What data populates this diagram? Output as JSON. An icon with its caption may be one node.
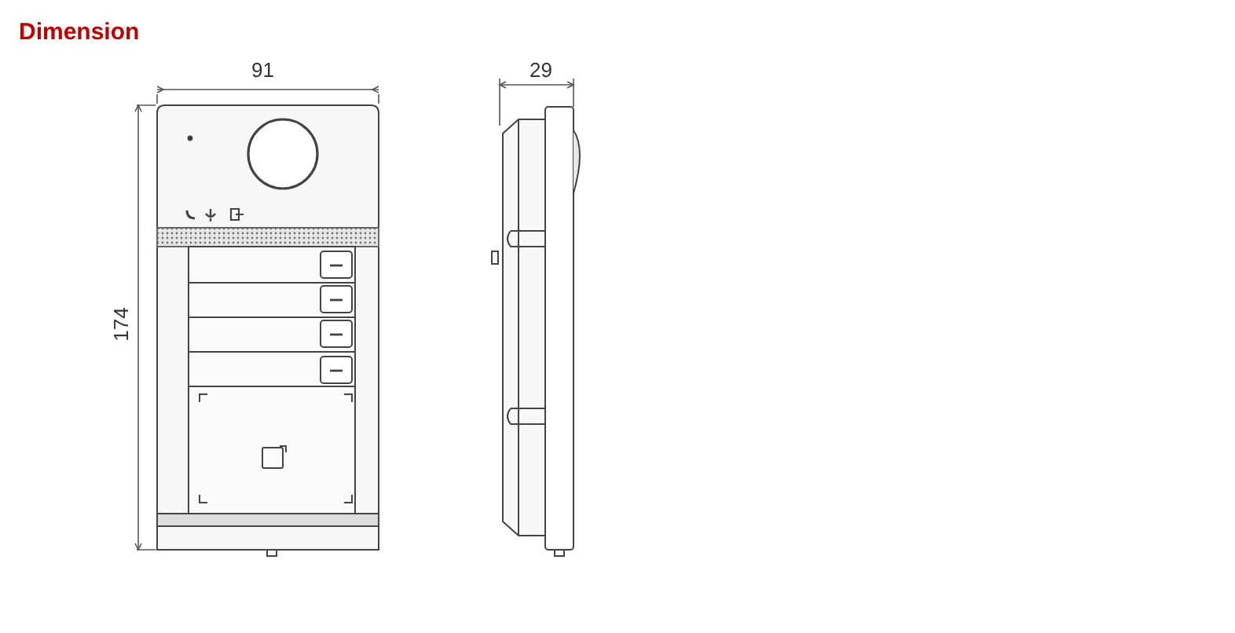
{
  "diagram": {
    "title": "Dimension",
    "labels": [
      "91",
      "174",
      "29"
    ]
  }
}
